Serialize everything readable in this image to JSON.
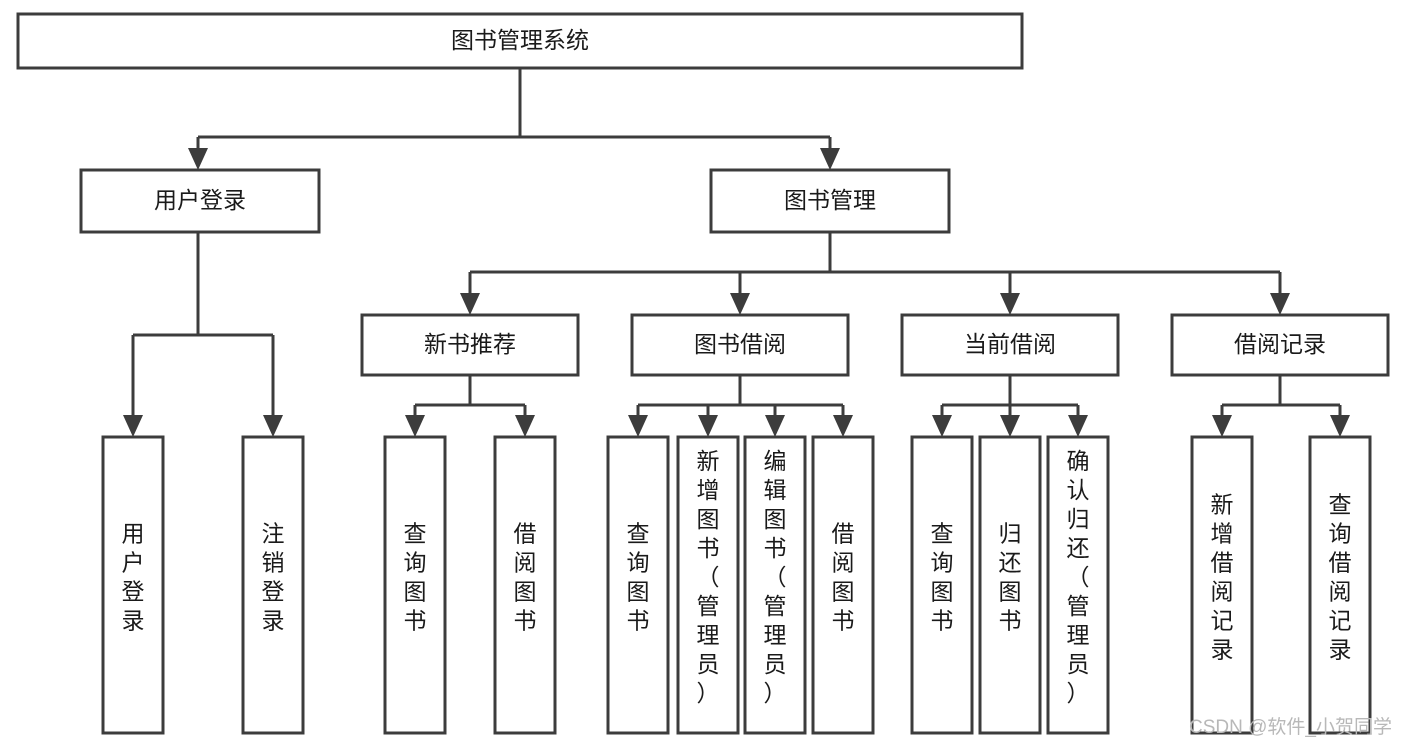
{
  "diagram": {
    "title": "图书管理系统",
    "type": "tree",
    "orientation": "top-down",
    "colors": {
      "stroke": "#3c3c3c",
      "box_fill": "#ffffff",
      "text": "#1a1a1a",
      "background": "#ffffff",
      "watermark": "#b8b8b8"
    },
    "root": {
      "id": "root",
      "label": "图书管理系统",
      "text_orientation": "horizontal"
    },
    "level2": [
      {
        "id": "user-login",
        "label": "用户登录",
        "text_orientation": "horizontal"
      },
      {
        "id": "book-management",
        "label": "图书管理",
        "text_orientation": "horizontal"
      }
    ],
    "level3": [
      {
        "id": "new-book-recommend",
        "label": "新书推荐",
        "parent": "book-management",
        "text_orientation": "horizontal"
      },
      {
        "id": "book-borrow",
        "label": "图书借阅",
        "parent": "book-management",
        "text_orientation": "horizontal"
      },
      {
        "id": "current-borrow",
        "label": "当前借阅",
        "parent": "book-management",
        "text_orientation": "horizontal"
      },
      {
        "id": "borrow-record",
        "label": "借阅记录",
        "parent": "book-management",
        "text_orientation": "horizontal"
      }
    ],
    "leaves": [
      {
        "id": "leaf-user-login",
        "parent": "user-login",
        "label": "用户登录",
        "lines": [
          "用",
          "户",
          "登",
          "录"
        ],
        "text_orientation": "vertical"
      },
      {
        "id": "leaf-user-logout",
        "parent": "user-login",
        "label": "注销登录",
        "lines": [
          "注",
          "销",
          "登",
          "录"
        ],
        "text_orientation": "vertical"
      },
      {
        "id": "leaf-nbr-query-book",
        "parent": "new-book-recommend",
        "label": "查询图书",
        "lines": [
          "查",
          "询",
          "图",
          "书"
        ],
        "text_orientation": "vertical"
      },
      {
        "id": "leaf-nbr-borrow-book",
        "parent": "new-book-recommend",
        "label": "借阅图书",
        "lines": [
          "借",
          "阅",
          "图",
          "书"
        ],
        "text_orientation": "vertical"
      },
      {
        "id": "leaf-bb-query-book",
        "parent": "book-borrow",
        "label": "查询图书",
        "lines": [
          "查",
          "询",
          "图",
          "书"
        ],
        "text_orientation": "vertical"
      },
      {
        "id": "leaf-bb-add-book",
        "parent": "book-borrow",
        "label": "新增图书（管理员）",
        "lines": [
          "新",
          "增",
          "图",
          "书",
          "（",
          "管",
          "理",
          "员",
          "）"
        ],
        "text_orientation": "vertical"
      },
      {
        "id": "leaf-bb-edit-book",
        "parent": "book-borrow",
        "label": "编辑图书（管理员）",
        "lines": [
          "编",
          "辑",
          "图",
          "书",
          "（",
          "管",
          "理",
          "员",
          "）"
        ],
        "text_orientation": "vertical"
      },
      {
        "id": "leaf-bb-borrow-book",
        "parent": "book-borrow",
        "label": "借阅图书",
        "lines": [
          "借",
          "阅",
          "图",
          "书"
        ],
        "text_orientation": "vertical"
      },
      {
        "id": "leaf-cb-query-book",
        "parent": "current-borrow",
        "label": "查询图书",
        "lines": [
          "查",
          "询",
          "图",
          "书"
        ],
        "text_orientation": "vertical"
      },
      {
        "id": "leaf-cb-return-book",
        "parent": "current-borrow",
        "label": "归还图书",
        "lines": [
          "归",
          "还",
          "图",
          "书"
        ],
        "text_orientation": "vertical"
      },
      {
        "id": "leaf-cb-confirm-return",
        "parent": "current-borrow",
        "label": "确认归还（管理员）",
        "lines": [
          "确",
          "认",
          "归",
          "还",
          "（",
          "管",
          "理",
          "员",
          "）"
        ],
        "text_orientation": "vertical"
      },
      {
        "id": "leaf-br-add-record",
        "parent": "borrow-record",
        "label": "新增借阅记录",
        "lines": [
          "新",
          "增",
          "借",
          "阅",
          "记",
          "录"
        ],
        "text_orientation": "vertical"
      },
      {
        "id": "leaf-br-query-record",
        "parent": "borrow-record",
        "label": "查询借阅记录",
        "lines": [
          "查",
          "询",
          "借",
          "阅",
          "记",
          "录"
        ],
        "text_orientation": "vertical"
      }
    ]
  },
  "watermark": {
    "text": "CSDN @软件_小贺同学"
  }
}
